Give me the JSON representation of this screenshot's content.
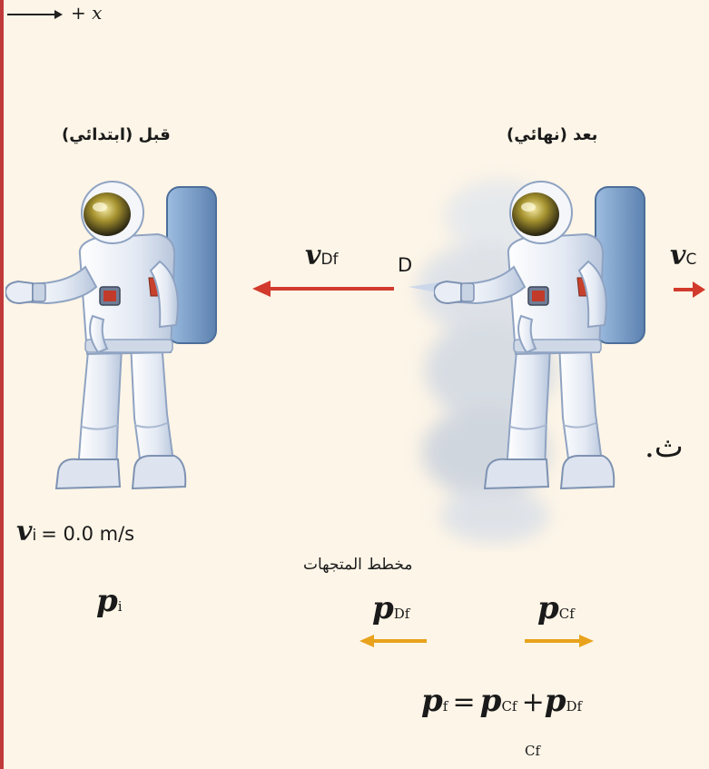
{
  "axis": {
    "label": "+ x"
  },
  "before": {
    "heading": "قبل (ابتدائي)",
    "velocity": {
      "symbol": "v",
      "sub": "i",
      "value": "= 0.0 m/s"
    },
    "momentum": {
      "symbol": "p",
      "sub": "i"
    }
  },
  "after": {
    "heading": "بعد (نهائي)",
    "gas_velocity": {
      "symbol": "v",
      "sub": "Df"
    },
    "gas_label": "D",
    "astronaut_velocity": {
      "symbol": "v",
      "sub": "C"
    }
  },
  "vector_diagram": {
    "title": "مخطط المتجهات",
    "gas_momentum": {
      "symbol": "p",
      "sub": "Df"
    },
    "astronaut_momentum": {
      "symbol": "p",
      "sub": "Cf"
    }
  },
  "equation": {
    "lhs": {
      "symbol": "p",
      "sub": "f"
    },
    "eq": "=",
    "t1": {
      "symbol": "p",
      "sub": "Cf"
    },
    "plus": "+",
    "t2": {
      "symbol": "p",
      "sub": "Df"
    },
    "footnote": "Cf"
  },
  "cut_text": "ث.",
  "colors": {
    "velocity_arrow": "#d23a2c",
    "momentum_arrow": "#e8a21c",
    "background": "#fdf5e7",
    "suit": "#eef2f8",
    "backpack": "#7da2cc"
  },
  "icons": {
    "astronaut": "astronaut-icon",
    "gas": "gas-cloud-icon"
  }
}
